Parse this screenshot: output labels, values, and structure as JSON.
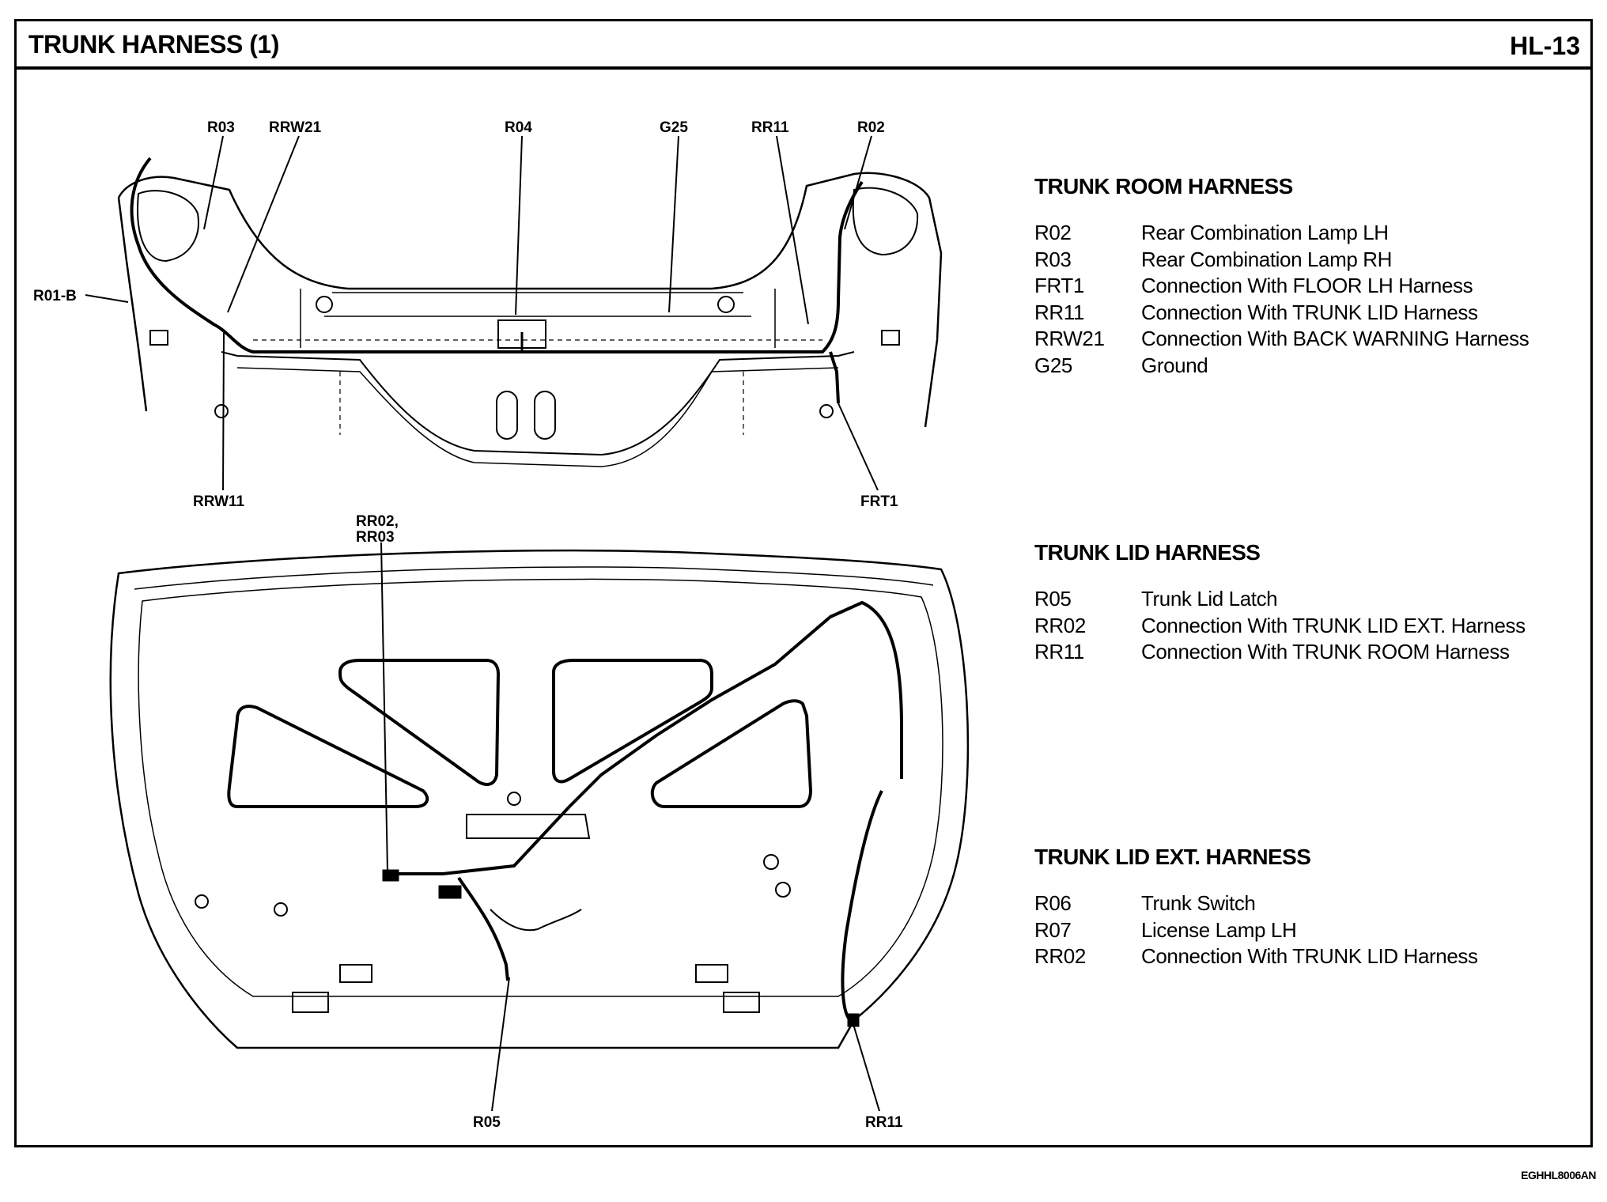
{
  "header": {
    "title": "TRUNK HARNESS (1)",
    "page": "HL-13"
  },
  "footer": {
    "code": "EGHHL8006AN"
  },
  "diagram": {
    "top_callouts": {
      "r03": "R03",
      "rrw21": "RRW21",
      "r04": "R04",
      "g25": "G25",
      "rr11": "RR11",
      "r02": "R02",
      "r01b": "R01-B",
      "rrw11": "RRW11",
      "frt1": "FRT1"
    },
    "bottom_callouts": {
      "rr02_rr03_line1": "RR02,",
      "rr02_rr03_line2": "RR03",
      "r05": "R05",
      "rr11": "RR11"
    }
  },
  "legend": {
    "trunk_room": {
      "title": "TRUNK ROOM HARNESS",
      "items": [
        {
          "code": "R02",
          "desc": "Rear Combination Lamp LH"
        },
        {
          "code": "R03",
          "desc": "Rear Combination Lamp RH"
        },
        {
          "code": "FRT1",
          "desc": "Connection With FLOOR LH Harness"
        },
        {
          "code": "RR11",
          "desc": "Connection With TRUNK LID Harness"
        },
        {
          "code": "RRW21",
          "desc": "Connection With BACK WARNING Harness"
        },
        {
          "code": "G25",
          "desc": "Ground"
        }
      ]
    },
    "trunk_lid": {
      "title": "TRUNK LID HARNESS",
      "items": [
        {
          "code": "R05",
          "desc": "Trunk Lid Latch"
        },
        {
          "code": "RR02",
          "desc": "Connection With TRUNK LID EXT. Harness"
        },
        {
          "code": "RR11",
          "desc": "Connection With TRUNK ROOM Harness"
        }
      ]
    },
    "trunk_lid_ext": {
      "title": "TRUNK LID EXT. HARNESS",
      "items": [
        {
          "code": "R06",
          "desc": "Trunk Switch"
        },
        {
          "code": "R07",
          "desc": "License Lamp LH"
        },
        {
          "code": "RR02",
          "desc": "Connection With TRUNK LID Harness"
        }
      ]
    }
  }
}
